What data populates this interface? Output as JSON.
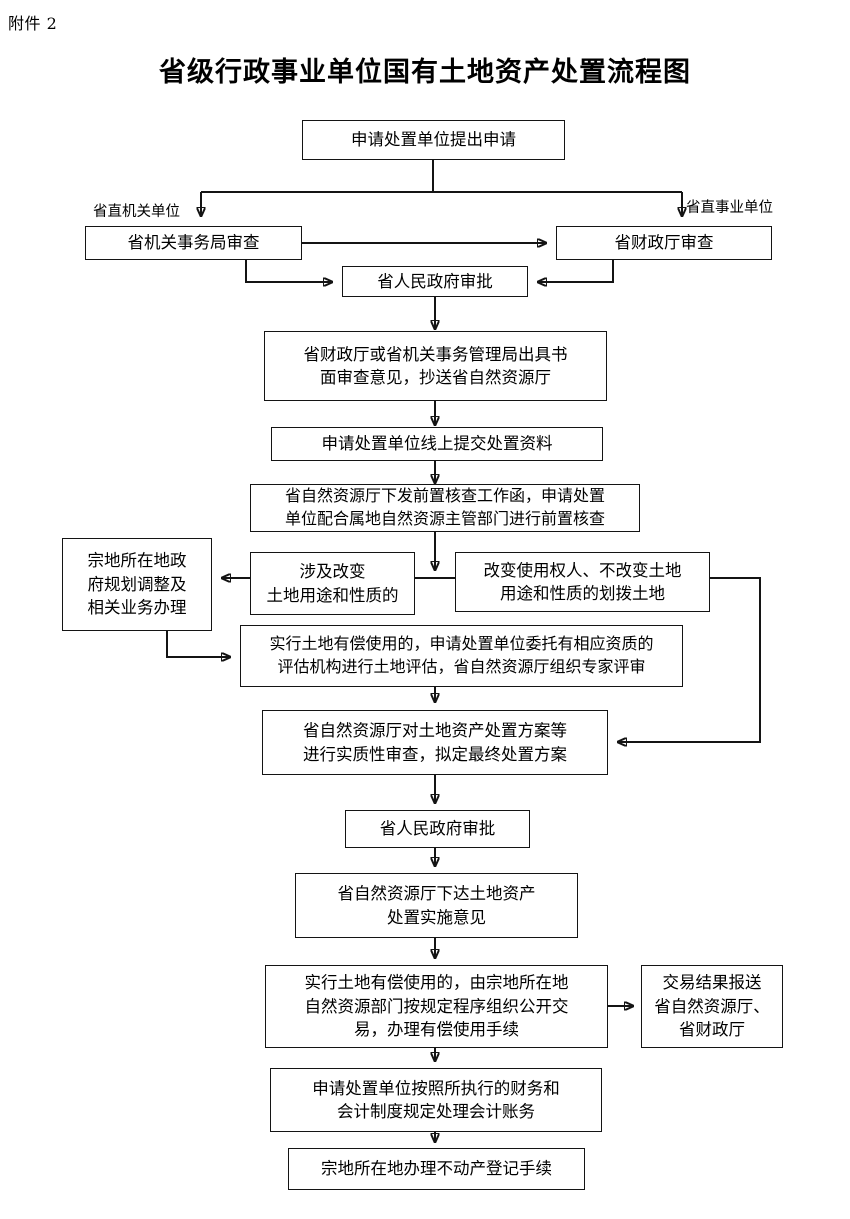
{
  "document": {
    "attachment_label": "附件 2",
    "title": "省级行政事业单位国有土地资产处置流程图"
  },
  "nodes": {
    "apply": "申请处置单位提出申请",
    "org_review": "省机关事务局审查",
    "finance_review": "省财政厅审查",
    "gov_approval_1": "省人民政府审批",
    "written_opinion": "省财政厅或省机关事务管理局出具书\n面审查意见，抄送省自然资源厅",
    "online_submit": "申请处置单位线上提交处置资料",
    "pre_check": "省自然资源厅下发前置核查工作函，申请处置\n单位配合属地自然资源主管部门进行前置核查",
    "local_gov_plan": "宗地所在地政\n府规划调整及\n相关业务办理",
    "change_use": "涉及改变\n土地用途和性质的",
    "change_holder": "改变使用权人、不改变土地\n用途和性质的划拨土地",
    "paid_use_eval": "实行土地有偿使用的，申请处置单位委托有相应资质的\n评估机构进行土地评估，省自然资源厅组织专家评审",
    "substantive_review": "省自然资源厅对土地资产处置方案等\n进行实质性审查，拟定最终处置方案",
    "gov_approval_2": "省人民政府审批",
    "issue_opinion": "省自然资源厅下达土地资产\n处置实施意见",
    "public_trade": "实行土地有偿使用的，由宗地所在地\n自然资源部门按规定程序组织公开交\n易，办理有偿使用手续",
    "report_result": "交易结果报送\n省自然资源厅、\n省财政厅",
    "accounting": "申请处置单位按照所执行的财务和\n会计制度规定处理会计账务",
    "registration": "宗地所在地办理不动产登记手续"
  },
  "edge_labels": {
    "branch_left": "省直机关单位",
    "branch_right": "省直事业单位"
  },
  "style": {
    "line_color": "#141414",
    "background": "#ffffff",
    "text_color": "#000000"
  }
}
